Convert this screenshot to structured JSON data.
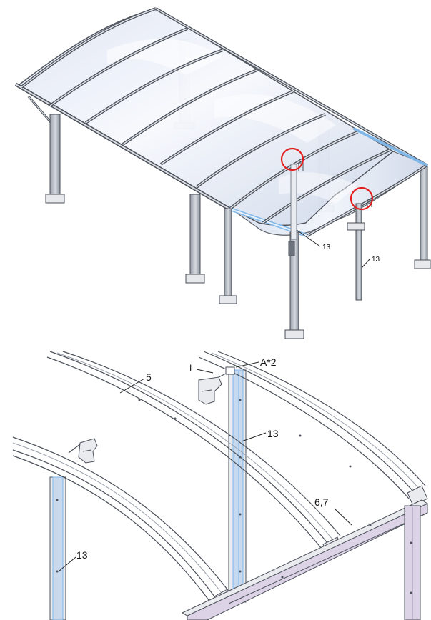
{
  "top_view": {
    "labels": {
      "part_13_center": "13",
      "part_13_right": "13"
    }
  },
  "detail_view": {
    "labels": {
      "detail_mark": "I",
      "screw_callout": "A*2",
      "part_5": "5",
      "part_13_upper": "13",
      "part_13_lower": "13",
      "part_6_7": "6,7"
    }
  },
  "colors": {
    "frame_stroke": "#4a4f58",
    "frame_fill": "#e9ebef",
    "roof_fill": "#cfd8ea",
    "roof_highlight": "#eef3fb",
    "edge_blue": "#7fb7e9",
    "highlight_red": "#e32020",
    "beam_purple": "#ddd3e6",
    "upright_blue": "#c8d9ee"
  }
}
